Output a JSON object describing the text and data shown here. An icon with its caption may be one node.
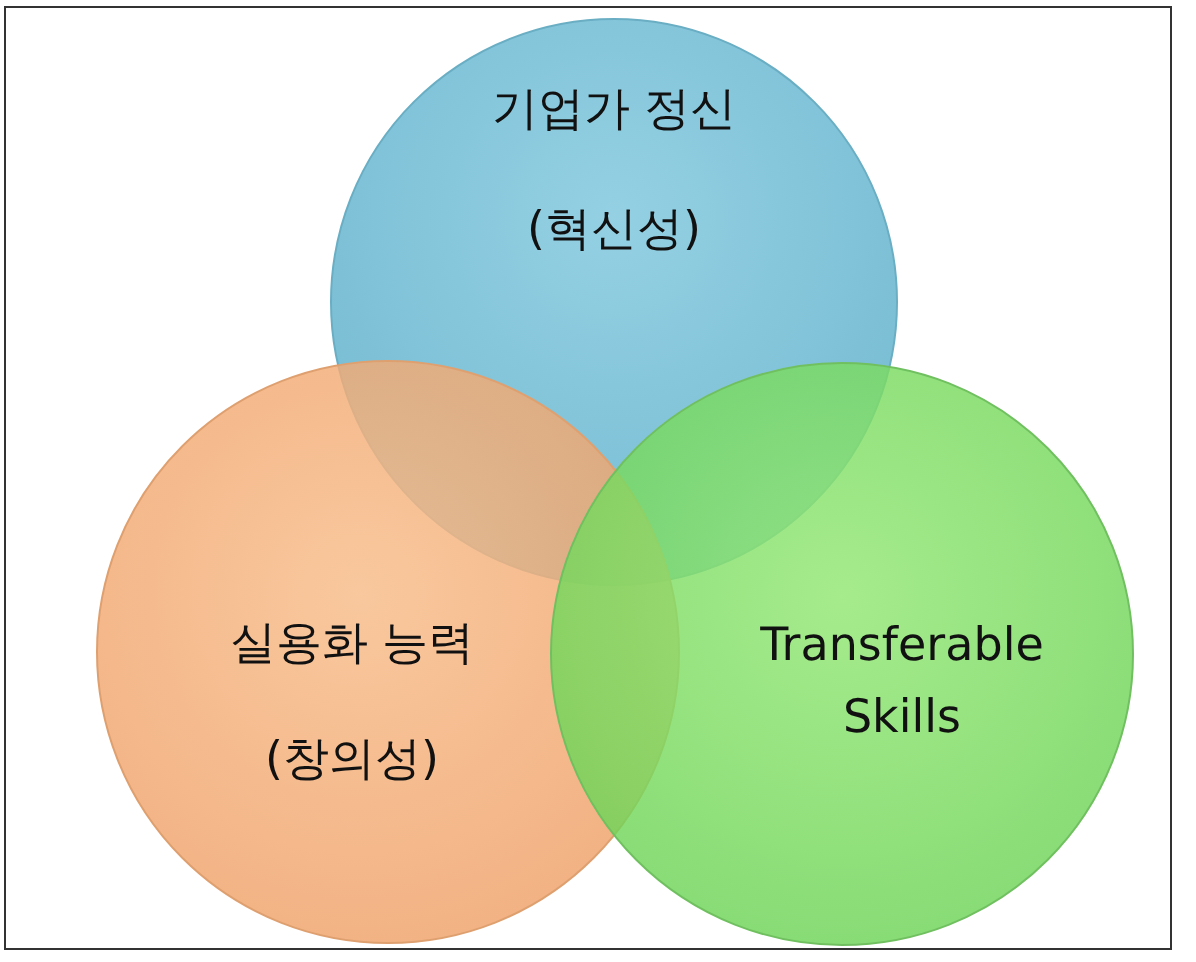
{
  "diagram": {
    "nodes": [
      {
        "text": [
          "기업가 정신",
          "(혁신성)"
        ]
      },
      {
        "text": [
          "실용화 능력",
          "(창의성)"
        ]
      },
      {
        "text": [
          "Transferable Skills"
        ]
      }
    ]
  }
}
